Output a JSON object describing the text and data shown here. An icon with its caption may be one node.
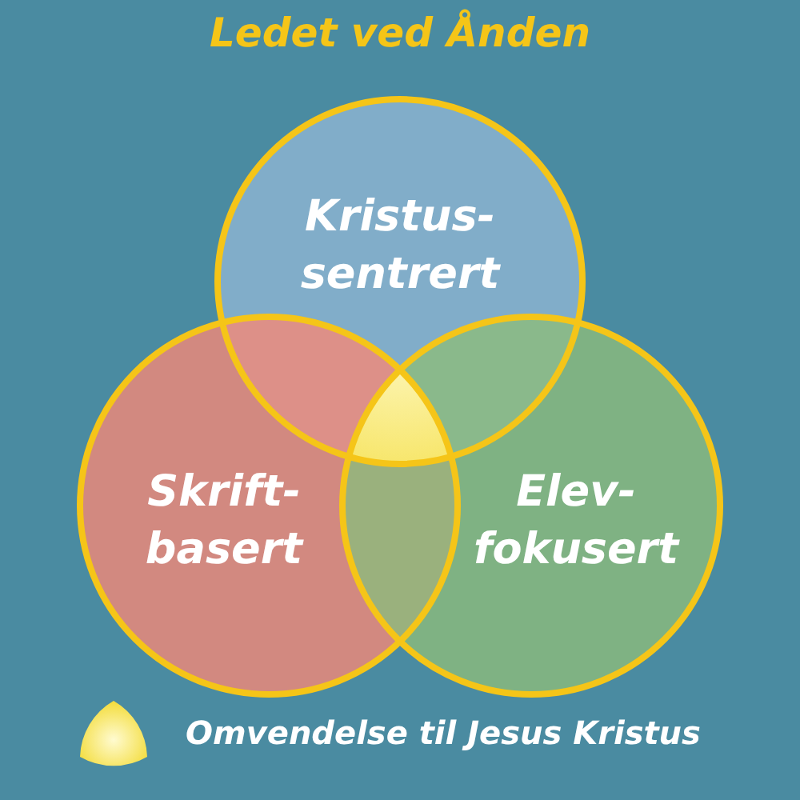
{
  "diagram": {
    "title": "Ledet ved Ånden",
    "nodes": [
      {
        "text": [
          "Kristus- sentrert"
        ]
      },
      {
        "text": [
          "Skrift- basert"
        ]
      },
      {
        "text": [
          "Elev- fokusert"
        ]
      }
    ],
    "legend": [
      {
        "text": "Omvendelse til Jesus Kristus"
      }
    ]
  }
}
